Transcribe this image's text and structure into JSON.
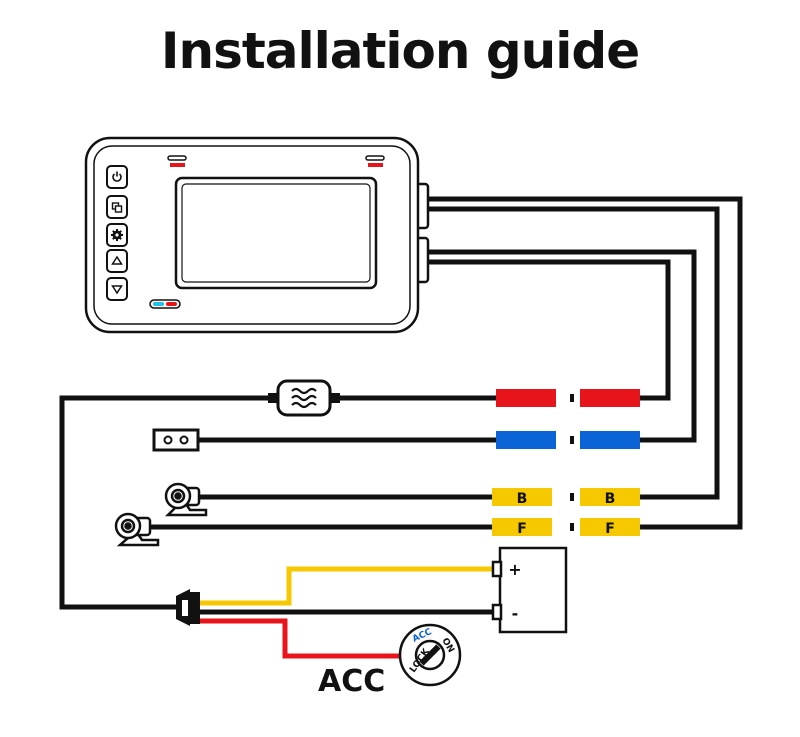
{
  "title": "Installation guide",
  "connectors": {
    "rear_label": "B",
    "front_label": "F"
  },
  "battery": {
    "positive": "+",
    "negative": "-"
  },
  "ignition": {
    "label": "ACC",
    "lock": "LOCK",
    "acc": "ACC",
    "on": "ON"
  },
  "colors": {
    "red": "#e8141c",
    "blue": "#0a64d8",
    "yellow": "#f5c800",
    "black": "#111111"
  },
  "device": {
    "buttons": [
      "power-icon",
      "mode-icon",
      "settings-icon",
      "up-arrow-icon",
      "down-arrow-icon"
    ]
  }
}
